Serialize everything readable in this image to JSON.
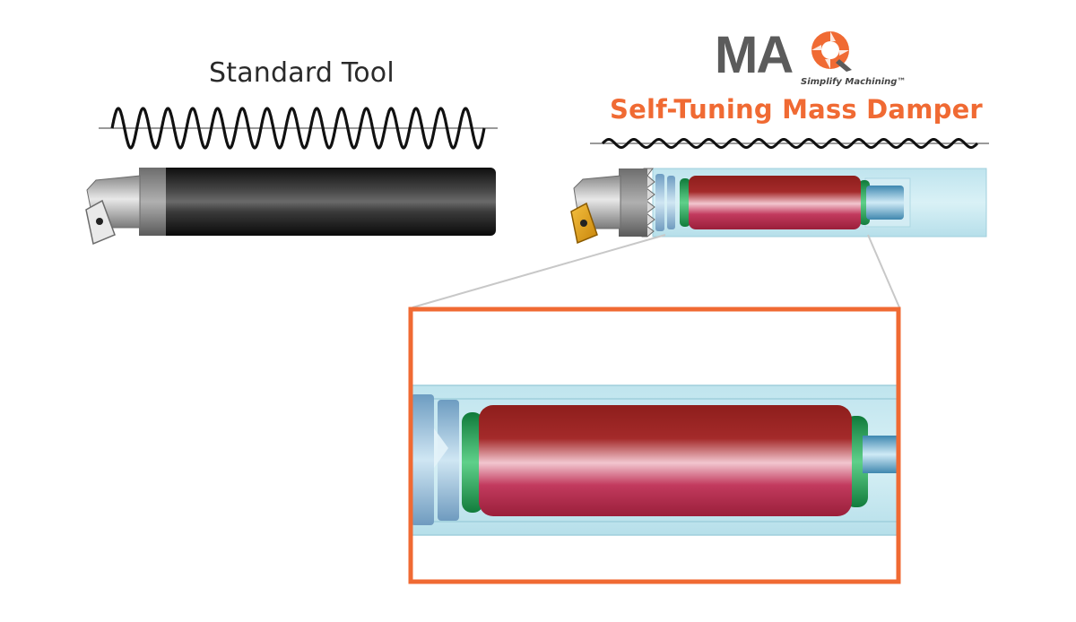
{
  "labels": {
    "standard_tool": "Standard Tool",
    "damper": "Self-Tuning Mass Damper",
    "brand_letters": "MA",
    "tagline": "Simplify Machining™"
  },
  "colors": {
    "accent_orange": "#f06a33",
    "brand_gray": "#5b5b5b",
    "tool_body_dark": "#252525",
    "damper_mass_red": "#a8283a",
    "damper_ring_green": "#1f9a4e",
    "housing_blue": "#bfe6f0",
    "wave_black": "#111111",
    "axis_gray": "#9a9a9a"
  },
  "icons": {
    "brand_mark": "q-aperture-icon",
    "insert_left": "carbide-insert-icon",
    "insert_right": "carbide-insert-gold-icon"
  },
  "waves": {
    "standard_cycles": 15,
    "damped_cycles": 15
  }
}
